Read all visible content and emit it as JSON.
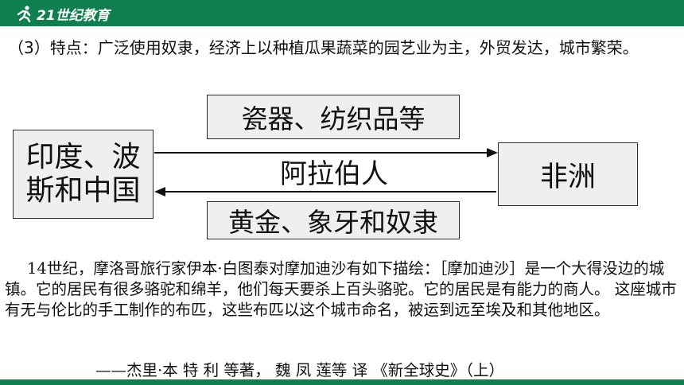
{
  "header": {
    "logo_text": "21世纪教育",
    "brand_color": "#0f7f4f"
  },
  "paragraph1": "（3）特点：广泛使用奴隶，经济上以种植瓜果蔬菜的园艺业为主，外贸发达，城市繁荣。",
  "diagram": {
    "left_box_line1": "印度、波",
    "left_box_line2": "斯和中国",
    "right_box": "非洲",
    "top_box": "瓷器、纺织品等",
    "bottom_box": "黄金、象牙和奴隶",
    "middle_label": "阿拉伯人"
  },
  "paragraph2": "14世纪，摩洛哥旅行家伊本·白图泰对摩加迪沙有如下描绘：［摩加迪沙］是一个大得没边的城镇。它的居民有很多骆驼和绵羊，他们每天要杀上百头骆驼。它的居民是有能力的商人。 这座城市有无与伦比的手工制作的布匹，这些布匹以这个城市命名，被运到远至埃及和其他地区。",
  "citation": "——杰里·本 特 利 等著， 魏 凤 莲等 译 《新全球史》（上）"
}
